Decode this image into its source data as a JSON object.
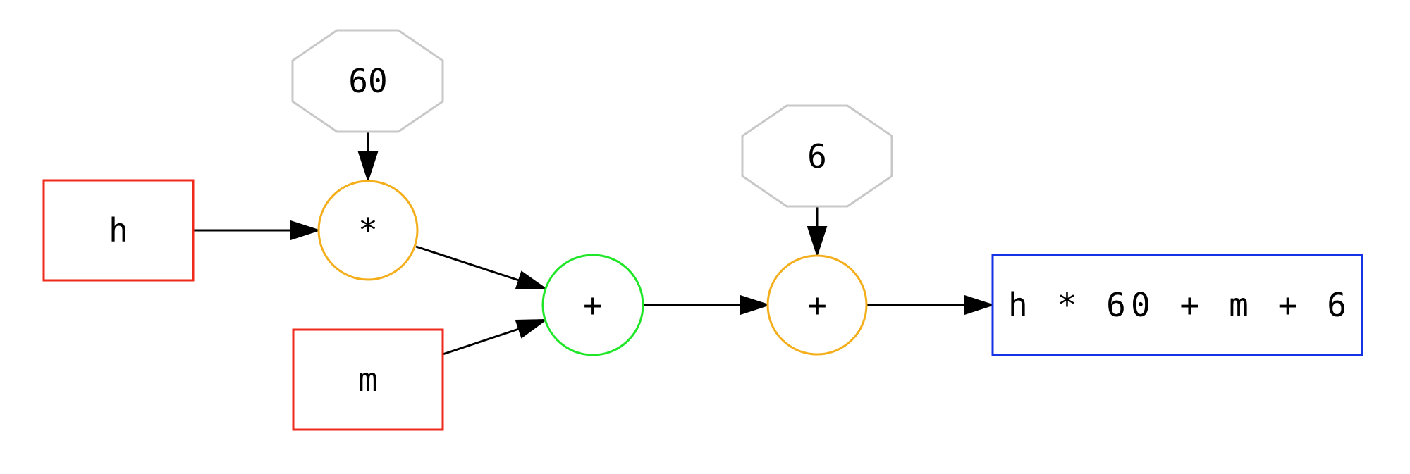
{
  "colors": {
    "input": "#ee2a1b",
    "multiply": "#f5ae1b",
    "add_first": "#1fe627",
    "add_second": "#f5ae1b",
    "constant": "#c8c8c8",
    "output": "#1432e6",
    "edge": "#000000"
  },
  "nodes": {
    "h": {
      "label": "h"
    },
    "m": {
      "label": "m"
    },
    "const_60": {
      "label": "60"
    },
    "const_6": {
      "label": "6"
    },
    "mul": {
      "label": "*"
    },
    "add1": {
      "label": "+"
    },
    "add2": {
      "label": "+"
    },
    "output": {
      "label": "h * 60 + m + 6"
    }
  }
}
